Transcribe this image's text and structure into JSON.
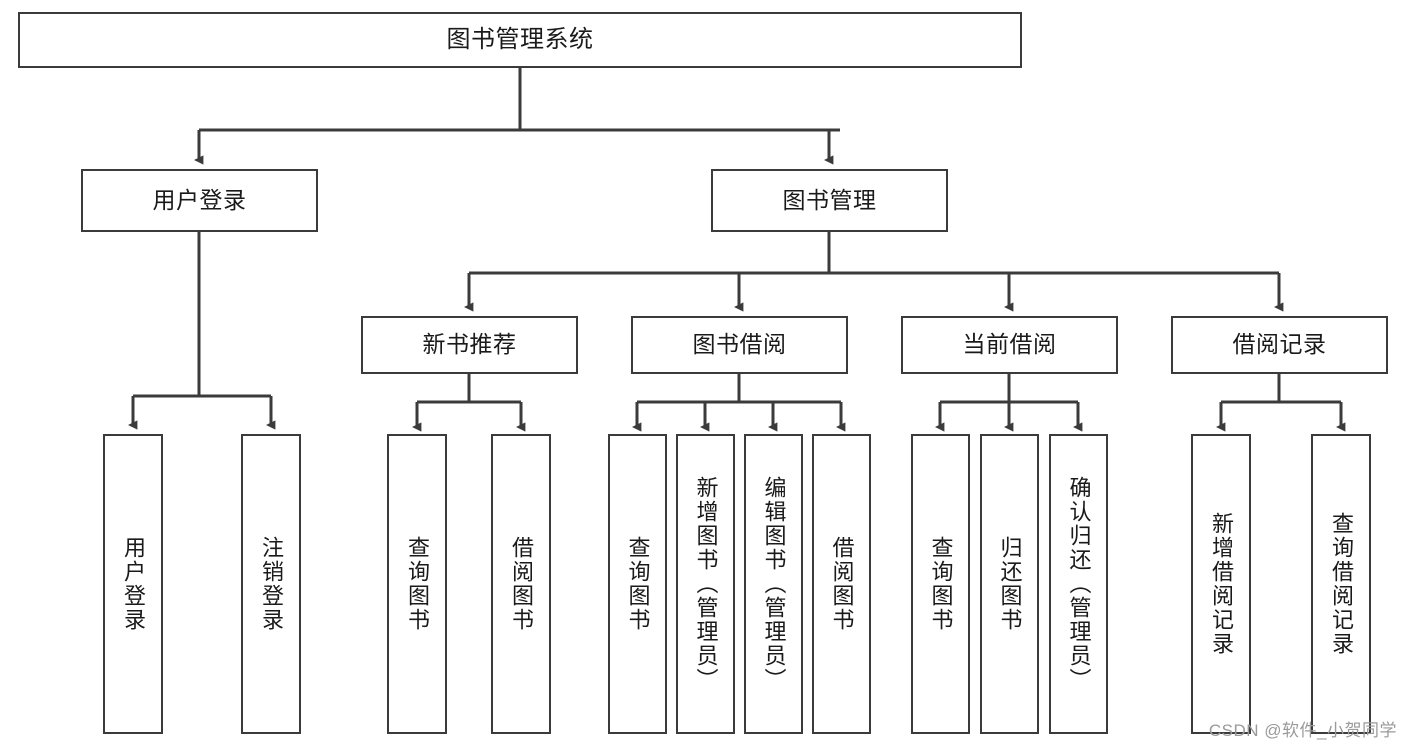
{
  "diagram": {
    "title": "图书管理系统",
    "type": "tree-hierarchy-chart",
    "accent_color": "#3b3b3b",
    "background_color": "#ffffff",
    "root": {
      "label": "图书管理系统"
    },
    "level2": [
      {
        "label": "用户登录"
      },
      {
        "label": "图书管理"
      }
    ],
    "level3": [
      {
        "label": "新书推荐"
      },
      {
        "label": "图书借阅"
      },
      {
        "label": "当前借阅"
      },
      {
        "label": "借阅记录"
      }
    ],
    "leaves": {
      "user_login": [
        {
          "label": "用户登录"
        },
        {
          "label": "注销登录"
        }
      ],
      "new_book_recommend": [
        {
          "label": "查询图书"
        },
        {
          "label": "借阅图书"
        }
      ],
      "book_borrow": [
        {
          "label": "查询图书"
        },
        {
          "label": "新增图书（管理员）"
        },
        {
          "label": "编辑图书（管理员）"
        },
        {
          "label": "借阅图书"
        }
      ],
      "current_borrow": [
        {
          "label": "查询图书"
        },
        {
          "label": "归还图书"
        },
        {
          "label": "确认归还（管理员）"
        }
      ],
      "borrow_record": [
        {
          "label": "新增借阅记录"
        },
        {
          "label": "查询借阅记录"
        }
      ]
    }
  },
  "watermark": {
    "text": "CSDN @软件_小贺同学"
  }
}
